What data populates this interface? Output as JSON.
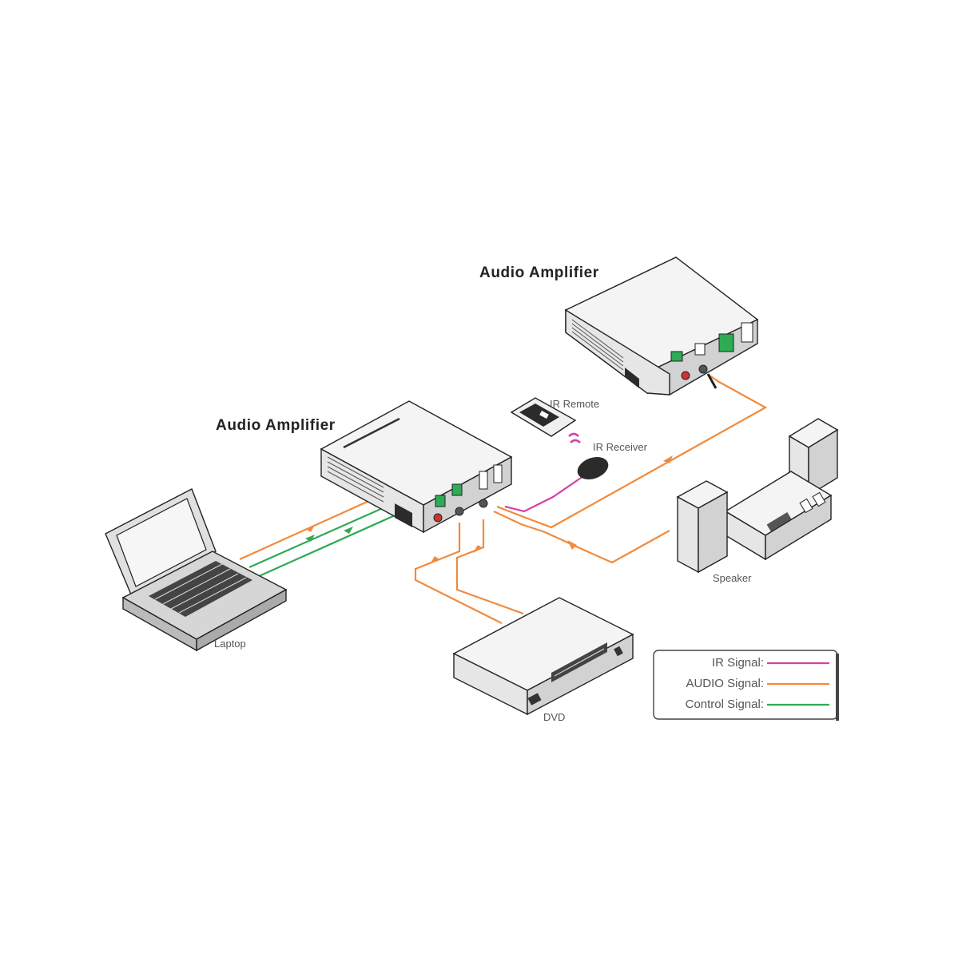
{
  "labels": {
    "amp_top_title": "Audio Amplifier",
    "amp_main_title": "Audio Amplifier",
    "ir_remote": "IR Remote",
    "ir_receiver": "IR Receiver",
    "speaker": "Speaker",
    "laptop": "Laptop",
    "dvd": "DVD"
  },
  "legend": {
    "items": [
      {
        "label": "IR Signal:",
        "color": "#d63fa7"
      },
      {
        "label": "AUDIO Signal:",
        "color": "#f28a3c"
      },
      {
        "label": "Control Signal:",
        "color": "#2faa55"
      }
    ]
  },
  "colors": {
    "ir": "#d63fa7",
    "audio": "#f28a3c",
    "control": "#2faa55"
  }
}
